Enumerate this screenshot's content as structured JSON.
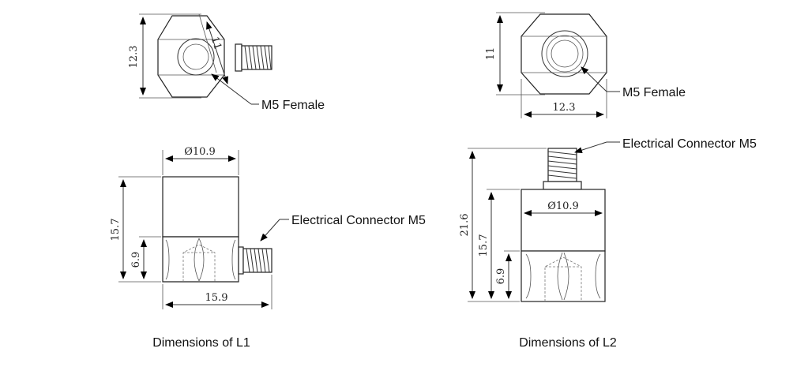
{
  "views": {
    "l1_top": {
      "height_dim": "12.3",
      "across_flats_dim": "11",
      "callout": "M5 Female"
    },
    "l2_top": {
      "height_dim": "11",
      "width_dim": "12.3",
      "callout": "M5 Female"
    },
    "l1_side": {
      "diameter_dim": "Ø10.9",
      "height_dim": "15.7",
      "hex_dim": "6.9",
      "length_dim": "15.9",
      "callout": "Electrical Connector M5"
    },
    "l2_side": {
      "diameter_dim": "Ø10.9",
      "total_dim": "21.6",
      "height_dim": "15.7",
      "hex_dim": "6.9",
      "callout": "Electrical Connector M5"
    }
  },
  "captions": {
    "l1": "Dimensions of L1",
    "l2": "Dimensions of L2"
  },
  "colors": {
    "line": "#333333",
    "arrow": "#000000",
    "background": "#ffffff"
  }
}
